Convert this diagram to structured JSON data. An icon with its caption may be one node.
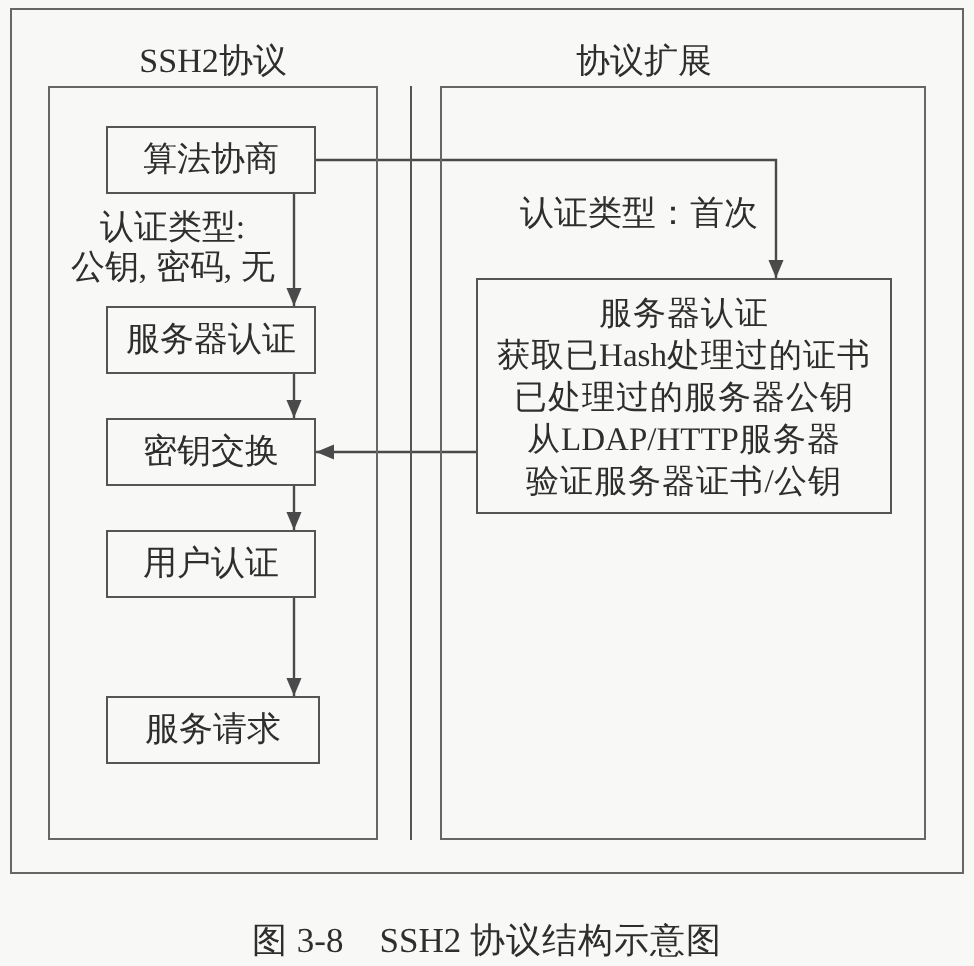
{
  "diagram": {
    "caption": "图 3-8　SSH2 协议结构示意图",
    "nodes": [
      {
        "text": [],
        "shape": "box"
      },
      {
        "text": [
          "SSH2协议"
        ],
        "in": 0
      },
      {
        "text": [
          "算法协商"
        ],
        "in": 1
      },
      {
        "text": [
          "服务器认证"
        ],
        "in": 1
      },
      {
        "text": [
          "密钥交换"
        ],
        "in": 1
      },
      {
        "text": [
          "用户认证"
        ],
        "in": 1
      },
      {
        "text": [
          "服务请求"
        ],
        "in": 1
      },
      {
        "text": [
          "协议扩展"
        ],
        "in": 0
      },
      {
        "text": [
          "服务器认证",
          "获取已Hash处理过的证书",
          "已处理过的服务器公钥",
          "从LDAP/HTTP服务器验证服务器证书/公钥"
        ],
        "in": 7
      }
    ],
    "edges": [
      {
        "from": 2,
        "to": 3,
        "arrow": "to",
        "label": "认证类型: 公钥, 密码, 无"
      },
      {
        "from": 3,
        "to": 4,
        "arrow": "to"
      },
      {
        "from": 4,
        "to": 5,
        "arrow": "to"
      },
      {
        "from": 5,
        "to": 6,
        "arrow": "to"
      },
      {
        "from": 2,
        "to": 8,
        "arrow": "to",
        "label": "认证类型：首次"
      },
      {
        "from": 8,
        "to": 4,
        "arrow": "to"
      }
    ]
  }
}
